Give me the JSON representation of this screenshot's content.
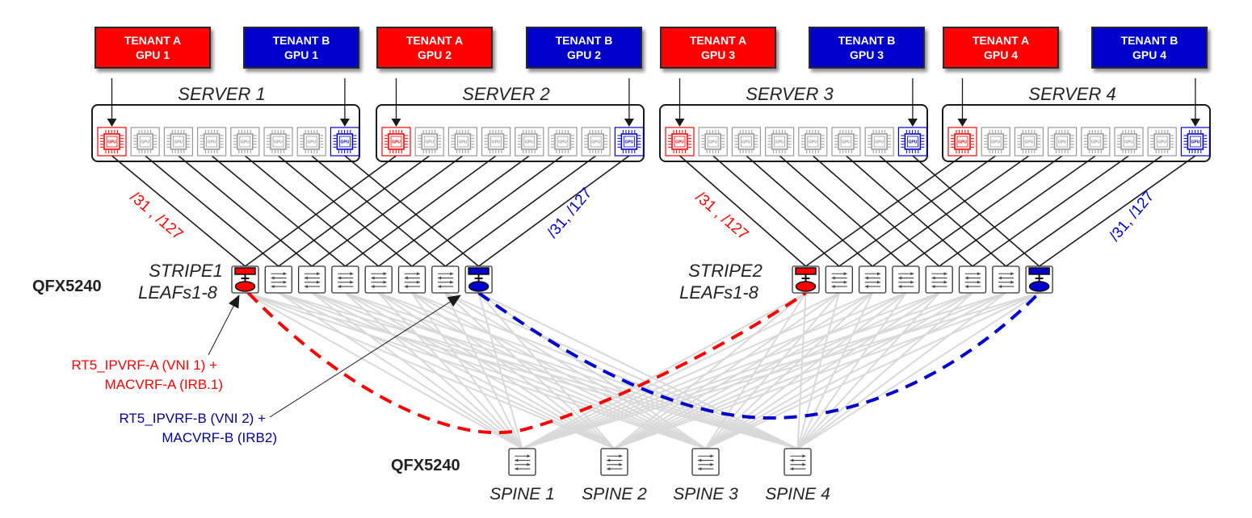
{
  "tenants": [
    {
      "line1": "TENANT A",
      "line2": "GPU 1",
      "color": "#ff0000"
    },
    {
      "line1": "TENANT B",
      "line2": "GPU 1",
      "color": "#0000cc"
    },
    {
      "line1": "TENANT A",
      "line2": "GPU 2",
      "color": "#ff0000"
    },
    {
      "line1": "TENANT B",
      "line2": "GPU 2",
      "color": "#0000cc"
    },
    {
      "line1": "TENANT A",
      "line2": "GPU 3",
      "color": "#ff0000"
    },
    {
      "line1": "TENANT B",
      "line2": "GPU 3",
      "color": "#0000cc"
    },
    {
      "line1": "TENANT A",
      "line2": "GPU 4",
      "color": "#ff0000"
    },
    {
      "line1": "TENANT B",
      "line2": "GPU 4",
      "color": "#0000cc"
    }
  ],
  "servers": [
    {
      "label": "SERVER 1",
      "gpus": 8
    },
    {
      "label": "SERVER 2",
      "gpus": 8
    },
    {
      "label": "SERVER 3",
      "gpus": 8
    },
    {
      "label": "SERVER 4",
      "gpus": 8
    }
  ],
  "gpu_chip_text": "GPU",
  "leaf_layer": {
    "model": "QFX5240",
    "stripes": [
      {
        "line1": "STRIPE1",
        "line2": "LEAFs1-8",
        "leaf_count": 8
      },
      {
        "line1": "STRIPE2",
        "line2": "LEAFs1-8",
        "leaf_count": 8
      }
    ]
  },
  "subnet_labels": [
    {
      "text": "/31 , /127",
      "color": "#ff0000"
    },
    {
      "text": "/31, /127",
      "color": "#0000cc"
    },
    {
      "text": "/31 , /127",
      "color": "#ff0000"
    },
    {
      "text": "/31, /127",
      "color": "#0000cc"
    }
  ],
  "annotations": [
    {
      "line1": "RT5_IPVRF-A (VNI 1) +",
      "line2": "MACVRF-A (IRB.1)",
      "color": "#ff0000"
    },
    {
      "line1": "RT5_IPVRF-B (VNI 2) +",
      "line2": "MACVRF-B (IRB2)",
      "color": "#000099"
    }
  ],
  "spine_layer": {
    "model": "QFX5240",
    "spines": [
      {
        "label": "SPINE 1"
      },
      {
        "label": "SPINE 2"
      },
      {
        "label": "SPINE 3"
      },
      {
        "label": "SPINE 4"
      }
    ]
  },
  "colors": {
    "tenant_a": "#ff0000",
    "tenant_b": "#0000cc",
    "fabric_link": "#d9d9d9",
    "server_link": "#1a1a1a"
  }
}
